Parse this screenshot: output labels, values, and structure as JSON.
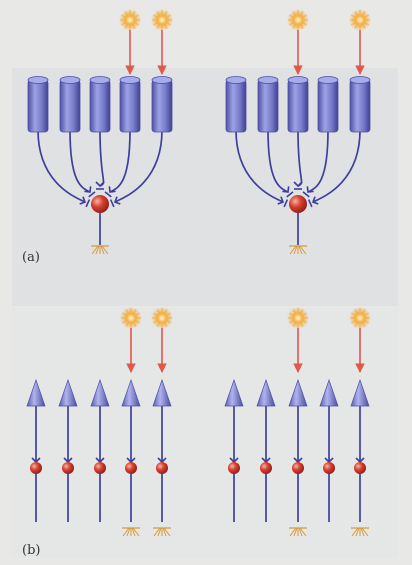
{
  "figure": {
    "panel_a": {
      "label": "(a)",
      "groups": [
        {
          "lit_receptors": [
            3,
            4
          ]
        },
        {
          "lit_receptors": [
            2,
            4
          ]
        }
      ]
    },
    "panel_b": {
      "label": "(b)",
      "groups": [
        {
          "lit_receptors": [
            3,
            4
          ]
        },
        {
          "lit_receptors": [
            2,
            4
          ]
        }
      ]
    }
  },
  "colors": {
    "background": "#e8e8e6",
    "panel_bg": "#e2e3e4",
    "receptor_fill": "#7b7fd0",
    "receptor_dark": "#4a4fa8",
    "wire": "#3d3f9e",
    "cell_body": "#c9302c",
    "light_ray": "#e0584a",
    "light_source": "#f2a93c",
    "output": "#d89a3a"
  }
}
